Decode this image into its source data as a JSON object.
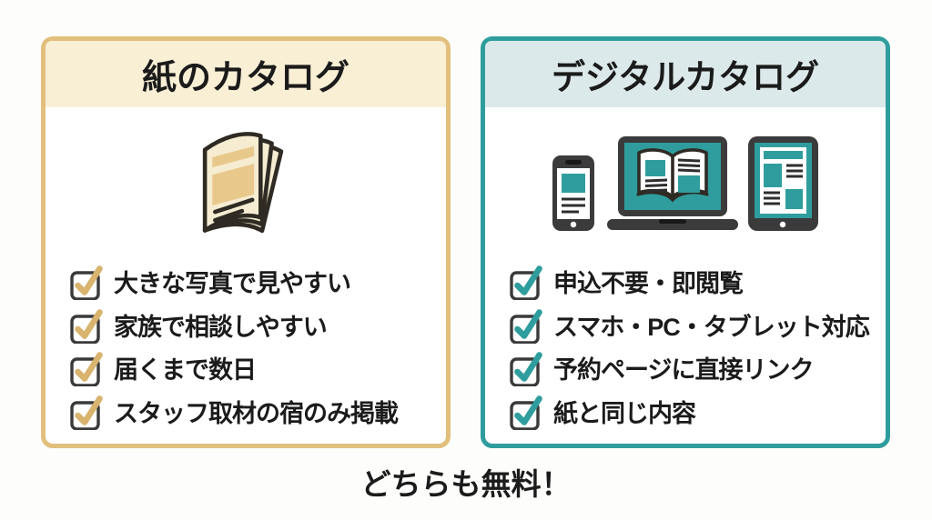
{
  "page": {
    "background": "#fdfdfb",
    "footer_text": "どちらも無料！",
    "ink_color": "#2f2b24",
    "device_dark": "#3b3b3b"
  },
  "cards": [
    {
      "id": "paper-catalog",
      "title": "紙のカタログ",
      "accent": "#e2bf7c",
      "header_bg": "#f9efd5",
      "check_color": "#d9b46f",
      "icon": "paper-catalog-booklet-icon",
      "icon_page_fill": "#f6ecd2",
      "icon_content_fill": "#e9c88c",
      "items": [
        "大きな写真で見やすい",
        "家族で相談しやすい",
        "届くまで数日",
        "スタッフ取材の宿のみ掲載"
      ]
    },
    {
      "id": "digital-catalog",
      "title": "デジタルカタログ",
      "accent": "#2f9d9d",
      "header_bg": "#dce9ea",
      "check_color": "#2f9d9d",
      "icon": "devices-smartphone-laptop-tablet-icon",
      "items": [
        "申込不要・即閲覧",
        "スマホ・PC・タブレット対応",
        "予約ページに直接リンク",
        "紙と同じ内容"
      ]
    }
  ]
}
